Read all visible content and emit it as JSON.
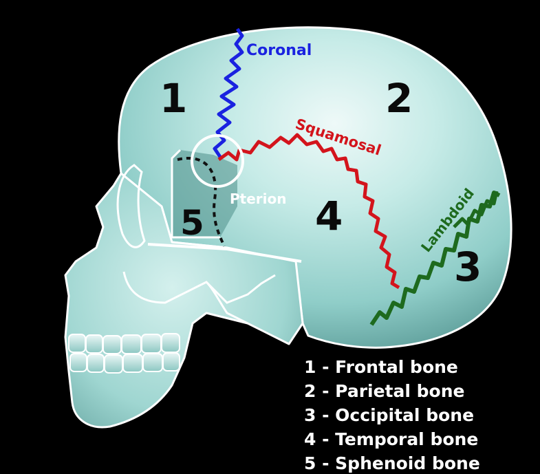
{
  "diagram": {
    "regions": [
      {
        "number": "1"
      },
      {
        "number": "2"
      },
      {
        "number": "3"
      },
      {
        "number": "4"
      },
      {
        "number": "5"
      }
    ],
    "sutures": {
      "coronal": "Coronal",
      "squamosal": "Squamosal",
      "lambdoid": "Lambdoid"
    },
    "landmark": "Pterion",
    "colors": {
      "bone": "#b7e3df",
      "bone_shadow": "#5fa6a2",
      "coronal": "#1a22e0",
      "squamosal": "#d3141c",
      "lambdoid": "#1e6a1e",
      "background": "#000000"
    }
  },
  "legend": [
    "1 - Frontal bone",
    "2 - Parietal bone",
    "3 - Occipital bone",
    "4 - Temporal bone",
    "5 - Sphenoid bone"
  ]
}
